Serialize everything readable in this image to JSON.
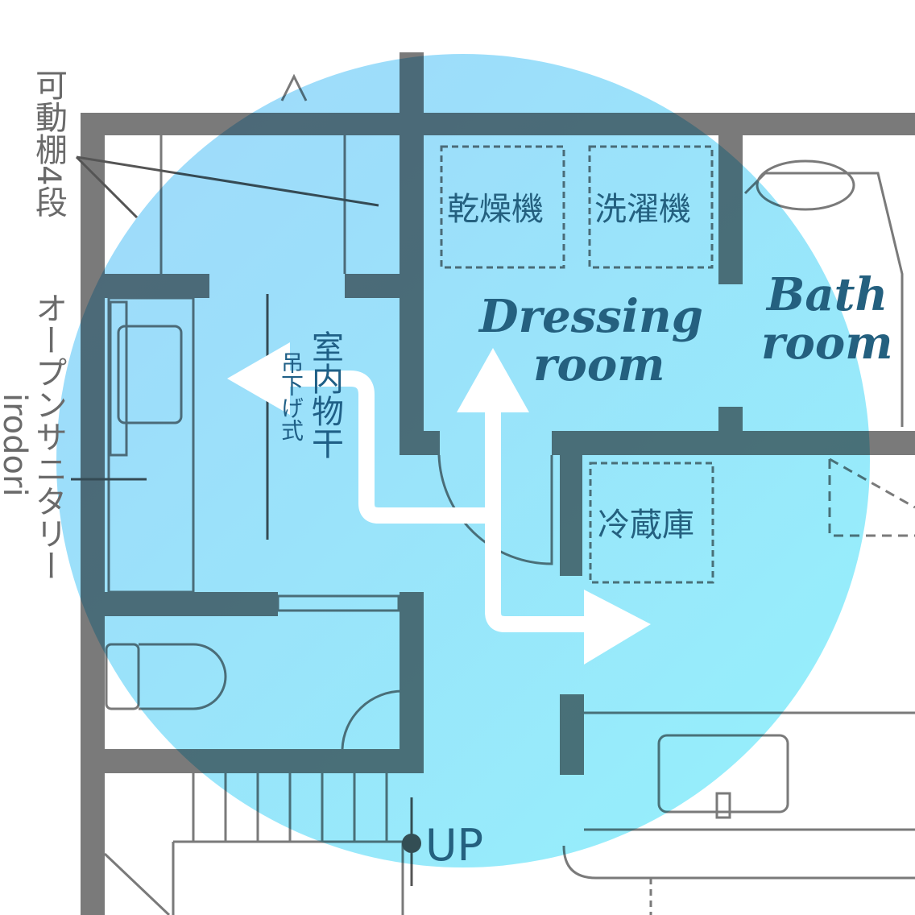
{
  "labels": {
    "shelf": "可動棚4段",
    "sanitary": "オープンサニタリー",
    "brand": "irodori",
    "indoor_drying": "室内物干",
    "hanging_type": "吊下げ式",
    "dryer": "乾燥機",
    "washer": "洗濯機",
    "dressing_line1": "Dressing",
    "dressing_line2": "room",
    "bath_line1": "Bath",
    "bath_line2": "room",
    "fridge": "冷蔵庫",
    "up": "UP"
  },
  "colors": {
    "wall": "#7a7a7a",
    "highlight_start": "#9bd6fa",
    "highlight_end": "#8ef0fb",
    "arrow": "#ffffff"
  }
}
